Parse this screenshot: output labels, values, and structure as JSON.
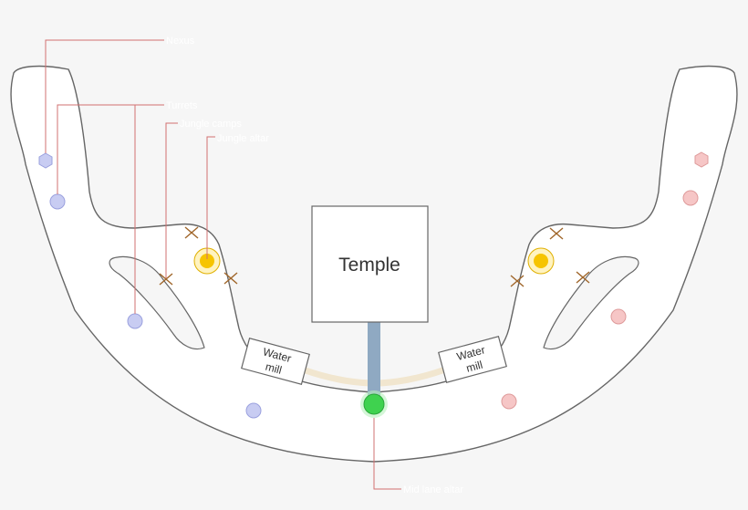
{
  "labels": {
    "nexus": "Nexus",
    "turrets": "Turrets",
    "jungle_camps": "Jungle camps",
    "jungle_altar": "Jungle altar",
    "mid_lane_altar": "Mid lane altar"
  },
  "structures": {
    "temple": "Temple",
    "water_mill_left": "Water mill",
    "water_mill_right": "Water mill"
  },
  "colors": {
    "background": "#f6f6f6",
    "map_fill": "#ffffff",
    "map_stroke": "#666666",
    "blue_team": "#c8ccf2",
    "red_team": "#f6c6c6",
    "altar": "#f6c400",
    "mid_altar": "#3fd24f",
    "camp_mark": "#a0662a",
    "leader_line": "#d27070",
    "label_text": "#ffffff",
    "temple_path": "#8fa9c2",
    "river_path": "#f1e6cf"
  }
}
